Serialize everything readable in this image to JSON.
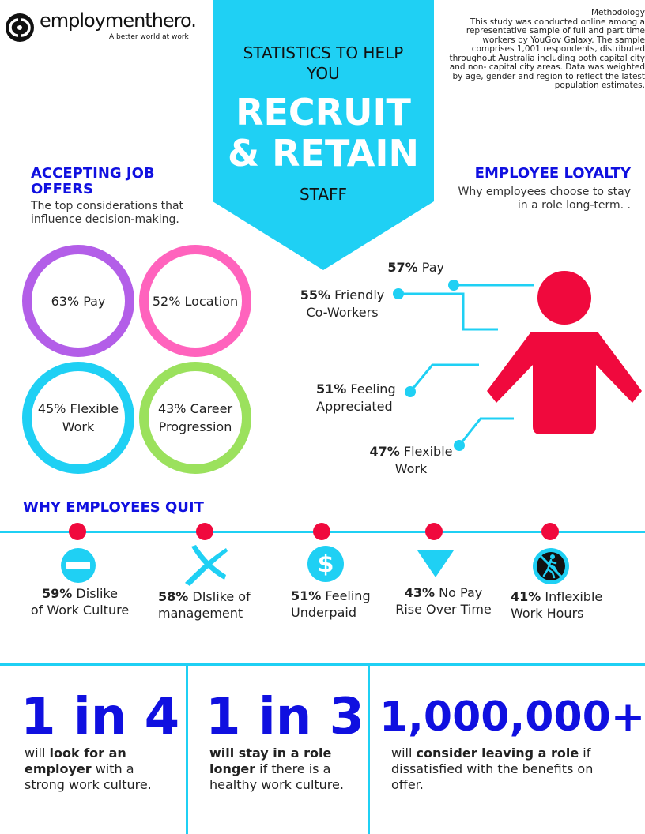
{
  "logo": {
    "name": "employmenthero.",
    "tagline": "A better world at work"
  },
  "banner": {
    "line1": "STATISTICS TO HELP",
    "line2": "YOU",
    "big1": "RECRUIT",
    "big2": "& RETAIN",
    "line3": "STAFF",
    "color": "#1fd0f4"
  },
  "methodology": {
    "title": "Methodology",
    "body": "This study was conducted online among a representative sample of full and part time workers by YouGov Galaxy. The sample comprises 1,001 respondents, distributed throughout Australia including both capital city and non- capital city areas. Data was weighted by age, gender and region to reflect the latest population estimates."
  },
  "accepting": {
    "heading_line1": "ACCEPTING JOB",
    "heading_line2": "OFFERS",
    "sub_line1": "The top considerations that",
    "sub_line2": "influence decision-making.",
    "circles": [
      {
        "line1": "63% Pay",
        "line2": "",
        "color": "#b35ee8"
      },
      {
        "line1": "52% Location",
        "line2": "",
        "color": "#ff63bd"
      },
      {
        "line1": "45% Flexible",
        "line2": "Work",
        "color": "#1fd0f4"
      },
      {
        "line1": "43% Career",
        "line2": "Progression",
        "color": "#9be15d"
      }
    ]
  },
  "loyalty": {
    "heading": "EMPLOYEE LOYALTY",
    "sub_line1": "Why employees choose to stay",
    "sub_line2": "in a role long-term. .",
    "figure_color": "#f0093d",
    "items": [
      {
        "pct": "57%",
        "line1": "Pay",
        "line2": ""
      },
      {
        "pct": "55%",
        "line1": "Friendly",
        "line2": "Co-Workers"
      },
      {
        "pct": "51%",
        "line1": "Feeling",
        "line2": "Appreciated"
      },
      {
        "pct": "47%",
        "line1": "Flexible",
        "line2": "Work"
      }
    ]
  },
  "quit": {
    "heading": "WHY EMPLOYEES QUIT",
    "items": [
      {
        "icon": "no-entry-icon",
        "pct": "59%",
        "line1": "Dislike",
        "line2": "of Work Culture"
      },
      {
        "icon": "cross-swoosh-icon",
        "pct": "58%",
        "line1": "DIslike of",
        "line2": "management"
      },
      {
        "icon": "dollar-icon",
        "pct": "51%",
        "line1": "Feeling",
        "line2": "Underpaid"
      },
      {
        "icon": "down-arrow-icon",
        "pct": "43%",
        "line1": "No Pay",
        "line2": "Rise Over Time"
      },
      {
        "icon": "no-walking-icon",
        "pct": "41%",
        "line1": "Inflexible",
        "line2": "Work Hours"
      }
    ]
  },
  "bottom": [
    {
      "big": "1 in 4",
      "t1": "will ",
      "b1": "look for an",
      "b2": "employer",
      "t2": " with a",
      "t3": "strong work culture."
    },
    {
      "big": "1 in 3",
      "b1": "will stay in a role",
      "b2": "longer",
      "t2": " if there is a",
      "t3": "healthy work culture."
    },
    {
      "big": "1,000,000+",
      "t1": "will ",
      "b1": "consider leaving a role",
      "t2": " if",
      "t3": "dissatisfied with the benefits on",
      "t4": "offer."
    }
  ],
  "colors": {
    "heading_blue": "#1010e0",
    "accent_cyan": "#1fd0f4",
    "accent_red": "#f0093d"
  }
}
